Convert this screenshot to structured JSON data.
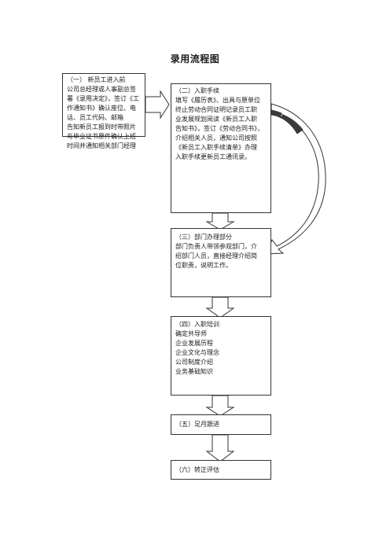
{
  "title": "录用流程图",
  "steps": [
    {
      "lines": [
        "（一）   新员工进入前",
        "公司总经理或人事副总签",
        "署《录用决定》，签订《工",
        "作通知书》确认座位、电",
        "话、员工代码、邮箱",
        "告知新员工报到时带照片",
        "与毕业证书原件确认上班",
        "时间并通知相关部门经理"
      ]
    },
    {
      "lines": [
        "（二）入职手续",
        "填写《履历表》、出具与原单位",
        "终止劳动合同证明记录员工职",
        "业发展规划阅读《新员工入职",
        "告知书》，签订《劳动合同书》，",
        "介绍相关人员，通知公司按照",
        "《新员工入职手续清单》办理",
        "入职手续更新员工通讯录。"
      ]
    },
    {
      "lines": [
        "（三）部门办理部分",
        "部门负责人带领参观部门，介",
        "绍部门人员，直接经理介绍岗",
        "位职责，说明工作。"
      ]
    },
    {
      "lines": [
        "（四）入职培训",
        "确定共导师",
        "企业发展历程",
        "企业文化与理念",
        "公司制度介绍",
        "业务基础知识"
      ]
    },
    {
      "lines": [
        "（五）足月跟进"
      ]
    },
    {
      "lines": [
        "（六）转正评估"
      ]
    }
  ]
}
